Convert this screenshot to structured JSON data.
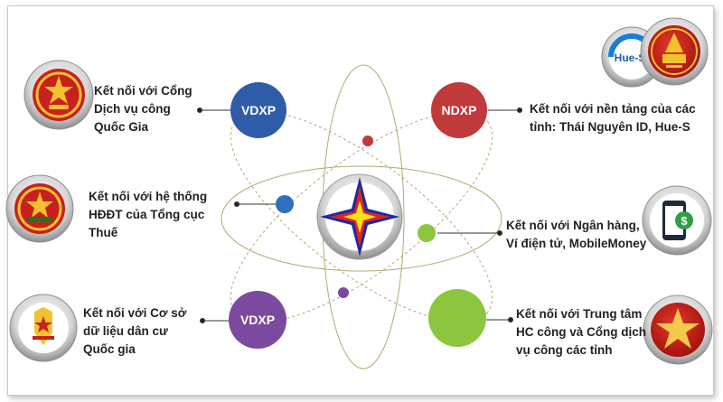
{
  "nodes": {
    "vdxp_top": "VDXP",
    "ndxp": "NDXP",
    "vdxp_bottom": "VDXP"
  },
  "connections": [
    {
      "id": "national-portal",
      "lines": [
        "Kết nối với Cổng",
        "Dịch vụ công",
        "Quốc Gia"
      ]
    },
    {
      "id": "tax-einvoice",
      "lines": [
        "Kết nối với hệ thống",
        "HĐĐT của Tổng cục",
        "Thuế"
      ]
    },
    {
      "id": "population-db",
      "lines": [
        "Kết nối với Cơ sở",
        "dữ liệu dân cư",
        "Quốc gia"
      ]
    },
    {
      "id": "provincial-platforms",
      "lines": [
        "Kết nối với nền tảng của các",
        "tỉnh: Thái Nguyên ID, Hue-S"
      ]
    },
    {
      "id": "banks-ewallets",
      "lines": [
        "Kết nối với Ngân hàng,",
        "Ví điện tử, MobileMoney"
      ]
    },
    {
      "id": "public-service-centers",
      "lines": [
        "Kết nối với Trung tâm",
        "HC công và Cổng dịch",
        "vụ công các tỉnh"
      ]
    }
  ],
  "logos": {
    "hue_s": "Hue-S",
    "dollar": "$"
  },
  "icons": {
    "national-emblem": "national-emblem-icon",
    "tax-emblem": "tax-emblem-icon",
    "police-emblem": "police-emblem-icon",
    "thai-nguyen-logo": "thai-nguyen-logo-icon",
    "mobile-money": "mobile-money-icon",
    "star-emblem": "star-emblem-icon",
    "center-star": "four-point-star-icon"
  },
  "colors": {
    "vdxp": "#2f5ca8",
    "ndxp": "#c0393b",
    "vdxp_bottom": "#7b4a9e",
    "green": "#8cc63f",
    "orbit": "#b7a872",
    "emblem_red": "#c8201e",
    "emblem_gold": "#f2c12e"
  }
}
